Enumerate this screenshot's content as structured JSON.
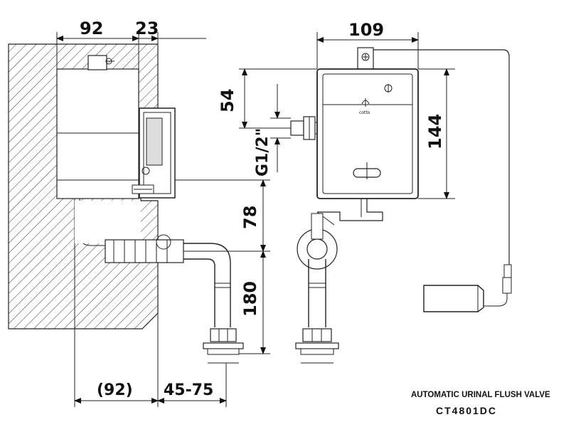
{
  "dimensions": {
    "top_92": "92",
    "top_23": "23",
    "top_109": "109",
    "side_54": "54",
    "side_g12": "G1/2\"",
    "side_144": "144",
    "side_78": "78",
    "side_180": "180",
    "bottom_92": "(92)",
    "bottom_45_75": "45-75"
  },
  "labels": {
    "brand_mark": "cotto"
  },
  "title": {
    "line1": "AUTOMATIC URINAL FLUSH VALVE",
    "line2": "CT4801DC"
  }
}
